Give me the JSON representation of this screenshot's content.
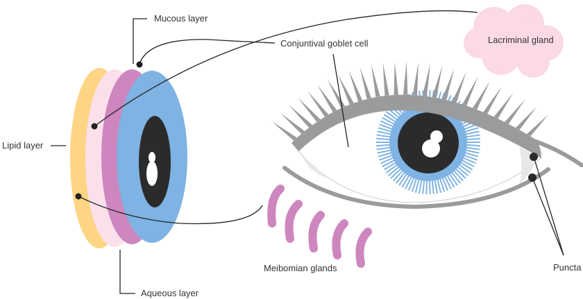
{
  "labels": {
    "mucous_layer": "Mucous layer",
    "conjunctival_goblet_cell": "Conjuntival goblet cell",
    "lacrimal_gland": "Lacriminal gland",
    "lipid_layer": "Lipid layer",
    "aqueous_layer": "Aqueous layer",
    "meibomian_glands": "Meibomian glands",
    "puncta": "Puncta"
  },
  "colors": {
    "lipid_layer": "#FDD584",
    "aqueous_layer": "#FBE0EC",
    "mucous_layer": "#CE86BE",
    "cornea": "#7FB3E3",
    "pupil": "#2B2B2B",
    "lacrimal_gland": "#FBD9E6",
    "lash_gray": "#9A9B9D",
    "meibomian": "#CE86BE"
  }
}
